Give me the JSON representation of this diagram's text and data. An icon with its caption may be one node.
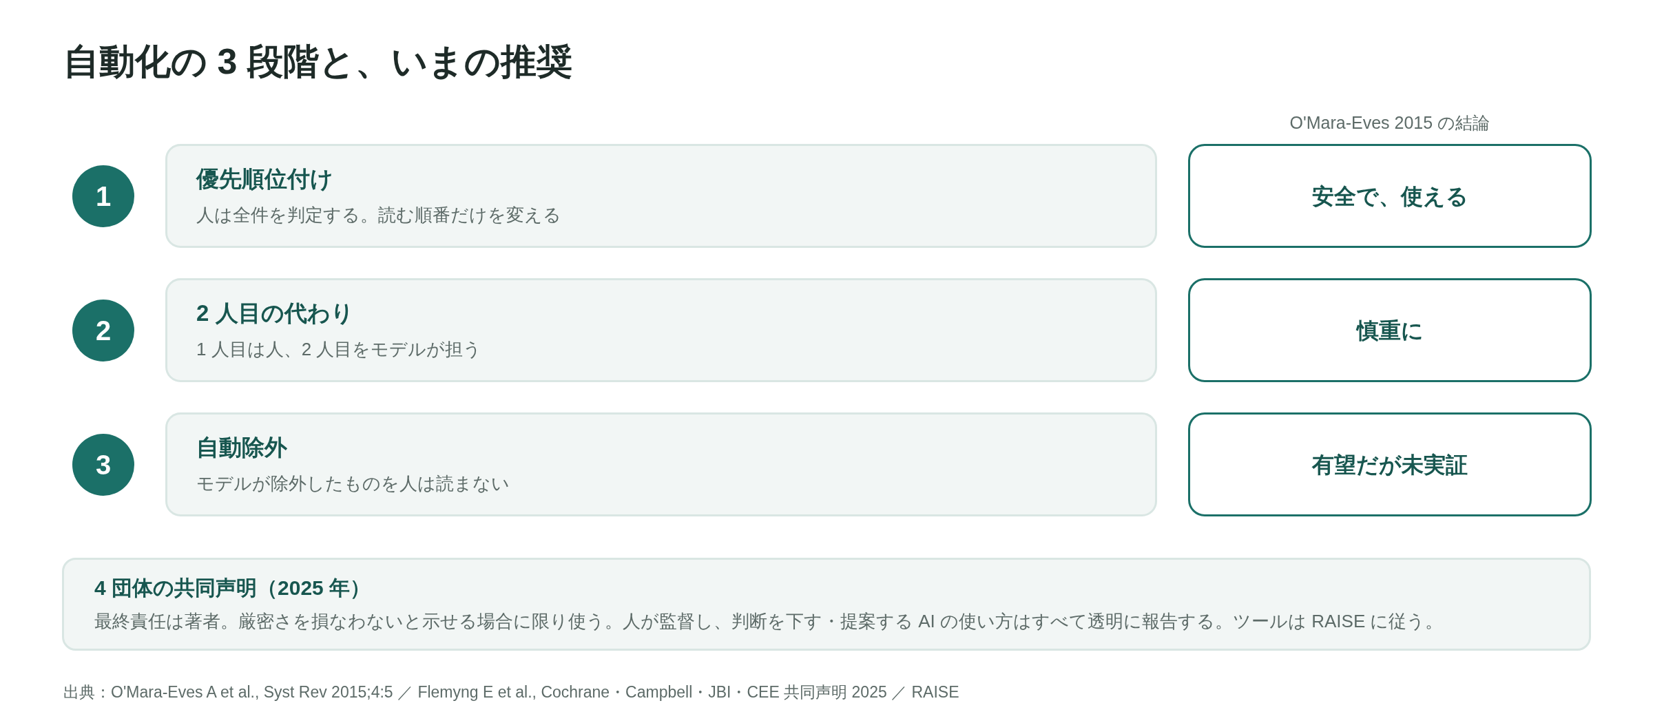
{
  "diagram": {
    "title": "自動化の 3 段階と、いまの推奨",
    "nodes": [
      {
        "text": [
          "1"
        ]
      },
      {
        "text": [
          "優先順位付け",
          "人は全件を判定する。読む順番だけを変える"
        ]
      },
      {
        "text": [
          "安全で、使える"
        ]
      },
      {
        "text": [
          "2"
        ]
      },
      {
        "text": [
          "2 人目の代わり",
          "1 人目は人、2 人目をモデルが担う"
        ]
      },
      {
        "text": [
          "慎重に"
        ]
      },
      {
        "text": [
          "3"
        ]
      },
      {
        "text": [
          "自動除外",
          "モデルが除外したものを人は読まない"
        ]
      },
      {
        "text": [
          "有望だが未実証"
        ]
      },
      {
        "text": [
          "4 団体の共同声明（2025 年）",
          "最終責任は著者。厳密さを損なわないと示せる場合に限り使う。人が監督し、判断を下す・提案する AI の使い方はすべて透明に報告する。ツールは RAISE に従う。"
        ]
      }
    ],
    "labels": [
      "O'Mara-Eves 2015 の結論",
      "出典：O'Mara-Eves A et al., Syst Rev 2015;4:5 ／ Flemyng E et al., Cochrane・Campbell・JBI・CEE 共同声明 2025 ／ RAISE"
    ]
  }
}
